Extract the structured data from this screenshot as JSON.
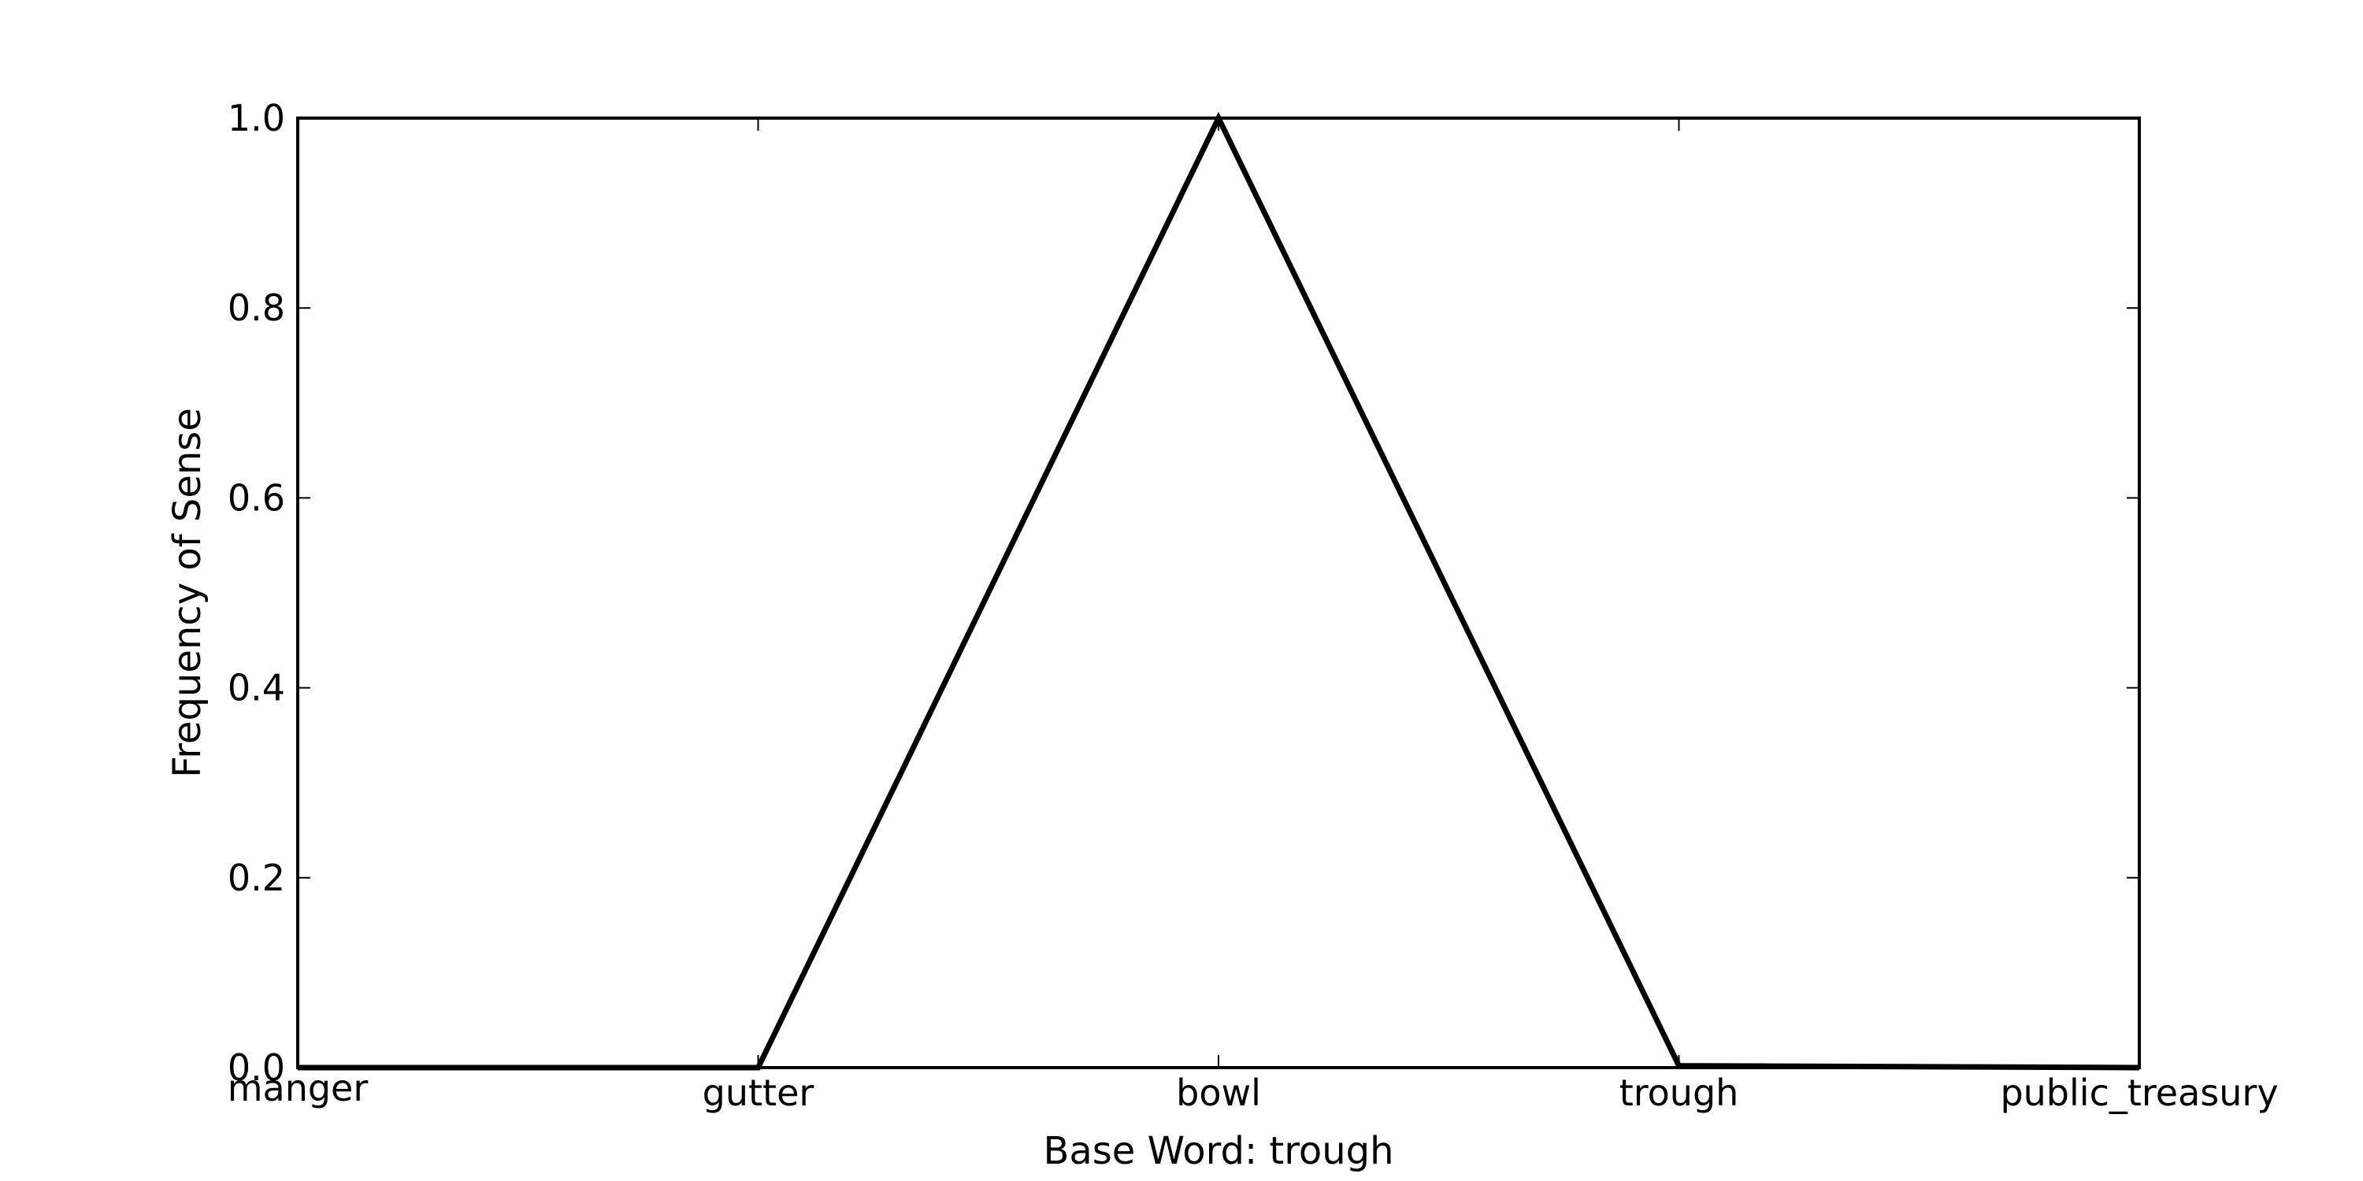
{
  "chart_data": {
    "type": "line",
    "title": "",
    "xlabel": "Base Word: trough",
    "ylabel": "Frequency of Sense",
    "categories": [
      "manger",
      "gutter",
      "bowl",
      "trough",
      "public_treasury"
    ],
    "series": [
      {
        "values": [
          0.0,
          0.0,
          1.0,
          0.002,
          0.0
        ]
      }
    ],
    "ylim": [
      0.0,
      1.0
    ],
    "yticks": [
      "0.0",
      "0.2",
      "0.4",
      "0.6",
      "0.8",
      "1.0"
    ],
    "grid": false,
    "legend": "none",
    "line_color": "#000000"
  }
}
